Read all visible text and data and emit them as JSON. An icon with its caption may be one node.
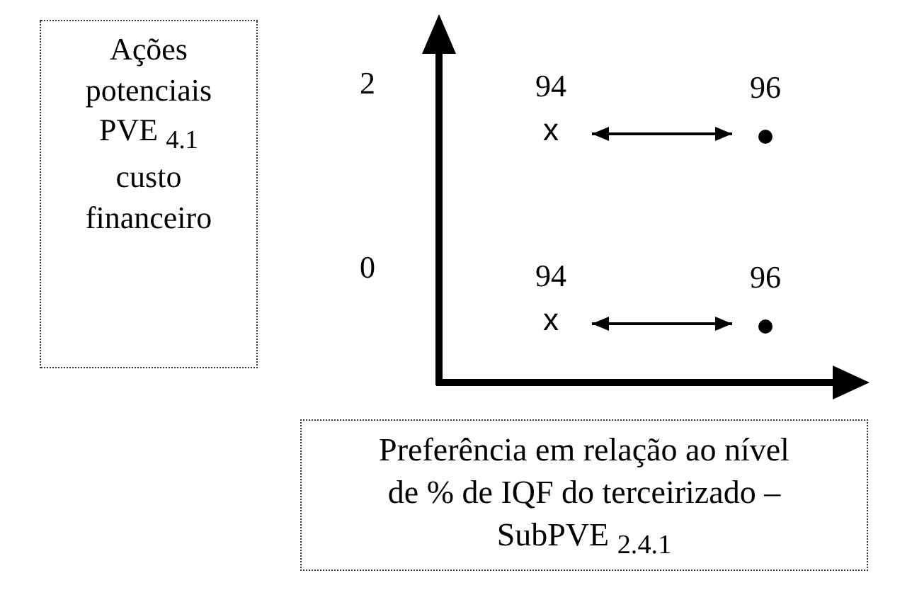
{
  "diagram": {
    "nodes": [
      {
        "text": [
          "Ações potenciais PVE $_{4.1}$ custo financeiro"
        ]
      },
      {
        "text": [
          "x"
        ],
        "beside": [
          "94"
        ]
      },
      {
        "text": [],
        "shape": "circle",
        "beside": [
          "96"
        ]
      },
      {
        "text": [
          "x"
        ],
        "beside": [
          "94"
        ]
      },
      {
        "text": [],
        "shape": "circle",
        "beside": [
          "96"
        ]
      },
      {
        "text": [
          "Preferência em relação ao nível de % de IQF do terceirizado – SubPVE $_{2.4.1}$"
        ]
      }
    ],
    "edges": [
      {
        "from": 1,
        "to": 2,
        "arrow": "both"
      },
      {
        "from": 3,
        "to": 4,
        "arrow": "both"
      }
    ],
    "labels": [
      "2",
      "0"
    ]
  }
}
